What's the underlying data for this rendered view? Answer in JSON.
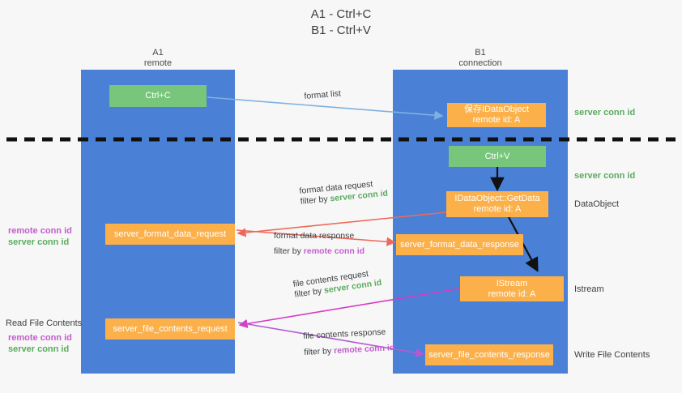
{
  "title": {
    "line1": "A1 - Ctrl+C",
    "line2": "B1 - Ctrl+V"
  },
  "lanes": [
    {
      "name": "A1",
      "sub": "remote"
    },
    {
      "name": "B1",
      "sub": "connection"
    }
  ],
  "nodes": {
    "ctrl_c": {
      "label": "Ctrl+C"
    },
    "store_dataobject": {
      "line1": "保存IDataObject",
      "line2": "remote id: A"
    },
    "ctrl_v": {
      "label": "Ctrl+V"
    },
    "getdata": {
      "line1": "IDataObject::GetData",
      "line2": "remote id: A"
    },
    "istream": {
      "line1": "IStream",
      "line2": "remote id: A"
    },
    "server_format_data_request": {
      "label": "server_format_data_request"
    },
    "server_format_data_response": {
      "label": "server_format_data_response"
    },
    "server_file_contents_request": {
      "label": "server_file_contents_request"
    },
    "server_file_contents_response": {
      "label": "server_file_contents_response"
    }
  },
  "right_labels": {
    "conn_id_1": "server conn id",
    "conn_id_2": "server conn id",
    "dataobject": "DataObject",
    "istream": "Istream",
    "write_file_contents": "Write File Contents"
  },
  "left_labels": {
    "remote_conn_id_1": "remote conn id",
    "server_conn_id_1": "server conn id",
    "read_file_contents": "Read File Contents",
    "remote_conn_id_2": "remote conn id",
    "server_conn_id_2": "server conn id"
  },
  "edges": {
    "format_list": {
      "text": "format list"
    },
    "format_data_request": {
      "text": "format data request",
      "filter_prefix": "filter by ",
      "filter_value": "server conn id"
    },
    "format_data_response": {
      "text": "format data response",
      "filter_prefix": "filter by ",
      "filter_value": "remote conn id"
    },
    "file_contents_request": {
      "text": "file contents request",
      "filter_prefix": "filter by ",
      "filter_value": "server conn id"
    },
    "file_contents_response": {
      "text": "file contents response",
      "filter_prefix": "filter by ",
      "filter_value": "remote conn id"
    }
  },
  "colors": {
    "lane": "#4a80d6",
    "green_node": "#78c57c",
    "orange_node": "#fbb04a",
    "green_text": "#5aab5f",
    "purple_text": "#c05ecb",
    "arrow_blue": "#7fb1e0",
    "arrow_red": "#ed6a5a",
    "arrow_magenta": "#d63bc4",
    "arrow_purple": "#b45ad0",
    "arrow_black": "#111111",
    "divider": "#111111",
    "background": "#f7f7f7"
  }
}
